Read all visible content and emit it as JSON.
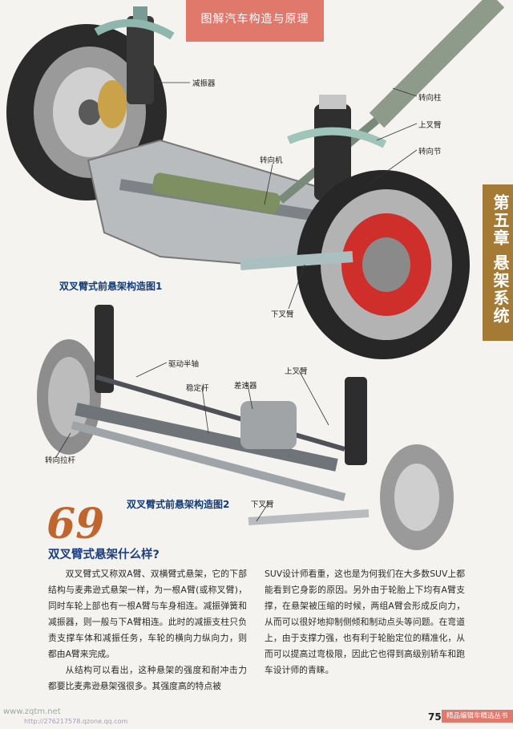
{
  "header": {
    "series_title": "图解汽车构造与原理"
  },
  "chapter_tab": {
    "text": "第五章 悬架系统"
  },
  "figure1": {
    "caption": "双叉臂式前悬架构造图1",
    "labels": {
      "shock": "减振器",
      "steering_column": "转向柱",
      "upper_arm": "上叉臂",
      "steering_gear": "转向机",
      "knuckle": "转向节",
      "lower_arm": "下叉臂"
    }
  },
  "figure2": {
    "caption": "双叉臂式前悬架构造图2",
    "labels": {
      "drive_shaft": "驱动半轴",
      "upper_arm": "上叉臂",
      "stabilizer": "稳定杆",
      "differential": "差速器",
      "tie_rod": "转向拉杆",
      "lower_arm": "下叉臂"
    }
  },
  "question": {
    "number": "69",
    "title": "双叉臂式悬架什么样?"
  },
  "body": {
    "left_p1": "双叉臂式又称双A臂、双横臂式悬架，它的下部结构与麦弗逊式悬架一样，为一根A臂(或称叉臂)，同时车轮上部也有一根A臂与车身相连。减振弹簧和减振器，则一般与下A臂相连。此时的减振支柱只负责支撑车体和减振任务，车轮的横向力纵向力，则都由A臂来完成。",
    "left_p2": "从结构可以看出，这种悬架的强度和耐冲击力都要比麦弗逊悬架强很多。其强度高的特点被",
    "right_text": "SUV设计师看重，这也是为何我们在大多数SUV上都能看到它身影的原因。另外由于轮胎上下均有A臂支撑，在悬架被压缩的时候，两组A臂会形成反向力，从而可以很好地抑制侧倾和制动点头等问题。在弯道上，由于支撑力强，也有利于轮胎定位的精准化，从而可以提高过弯极限，因此它也得到高级别轿车和跑车设计师的青睐。"
  },
  "footer": {
    "page_number": "75",
    "series": "精品编辑车精选丛书",
    "watermark_site": "www.zqtm.net",
    "watermark_qq": "http://276217578.qzone.qq.com"
  },
  "colors": {
    "header": "#e0786b",
    "chapter": "#a47a34",
    "caption": "#133b7a",
    "question_number": "#c0652e"
  }
}
